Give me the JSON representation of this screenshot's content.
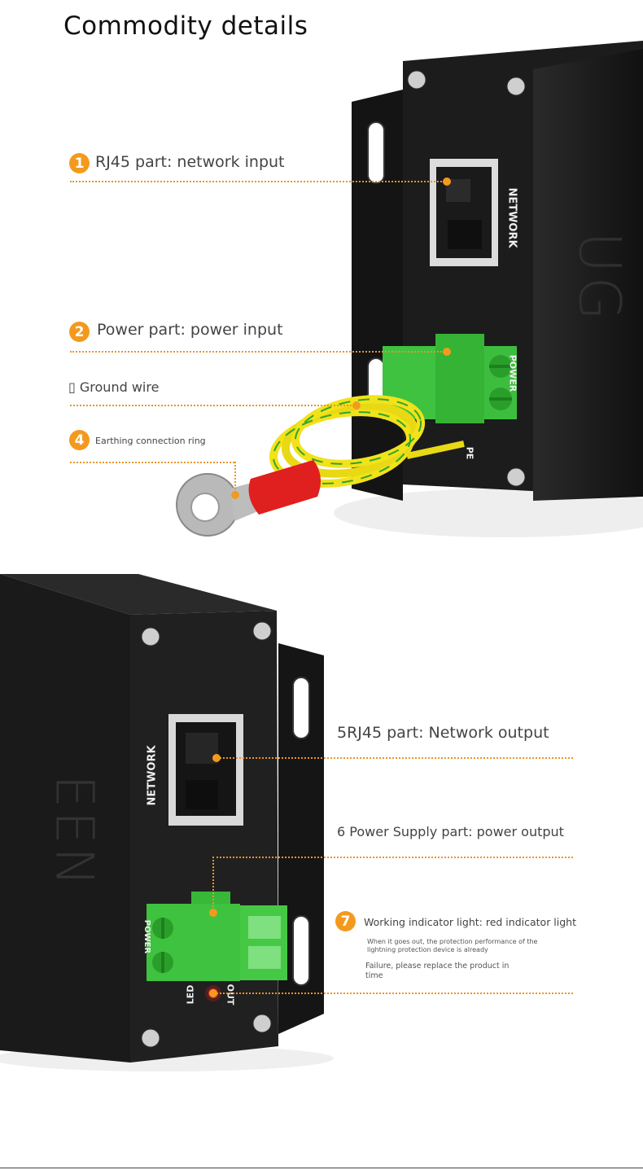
{
  "header": {
    "title": "Commodity details"
  },
  "callouts": [
    {
      "num": "1",
      "text": "RJ45 part: network input"
    },
    {
      "num": "2",
      "text": "Power part: power input"
    },
    {
      "num": "",
      "text": "▯ Ground wire"
    },
    {
      "num": "4",
      "text": "Earthing connection ring"
    },
    {
      "num": "",
      "text": "5RJ45 part: Network output"
    },
    {
      "num": "",
      "text": "6 Power Supply part: power output"
    },
    {
      "num": "7",
      "text": "Working indicator light: red indicator light"
    }
  ],
  "notes": {
    "line1": "When it goes out, the protection performance of the lightning protection device is already",
    "line2": "Failure, please replace the product in time"
  },
  "device_top": {
    "port_label": "NETWORK",
    "power_label": "POWER",
    "pe_label": "PE",
    "brand_fragment": "UG"
  },
  "device_bottom": {
    "port_label": "NETWORK",
    "power_label": "POWER",
    "led_label": "LED",
    "out_label": "OUT",
    "brand_fragment": "EEN"
  },
  "colors": {
    "accent": "#f39a1e",
    "device_body": "#1f1f1f",
    "terminal_green": "#3fc23f",
    "led_red": "#e02020",
    "wire_yellow": "#f2e21a"
  }
}
